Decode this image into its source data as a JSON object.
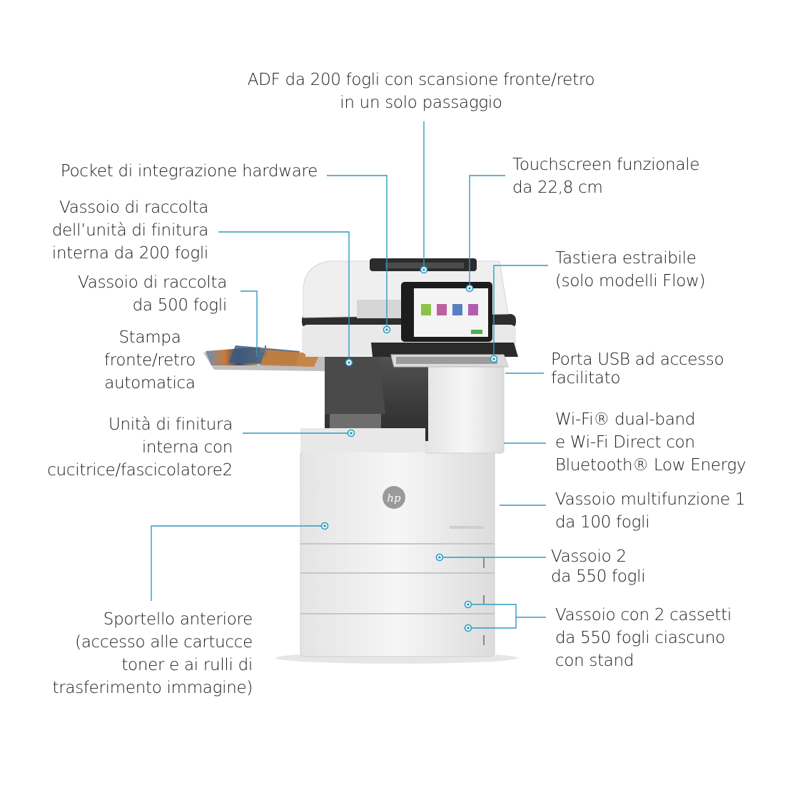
{
  "labels": {
    "adf": [
      "ADF da 200 fogli con scansione fronte/retro",
      "in un solo passaggio"
    ],
    "pocket": [
      "Pocket di integrazione hardware"
    ],
    "touchscreen": [
      "Touchscreen funzionale",
      "da 22,8 cm"
    ],
    "vassoio_raccolta_200": [
      "Vassoio di raccolta",
      "dell’unità di finitura",
      "interna da 200 fogli"
    ],
    "tastiera": [
      "Tastiera estraibile",
      "(solo modelli Flow)"
    ],
    "vassoio_raccolta_500": [
      "Vassoio di raccolta",
      "da 500 fogli"
    ],
    "stampa_fronte_retro": [
      "Stampa",
      "fronte/retro",
      "automatica"
    ],
    "porta_usb": [
      "Porta USB ad accesso",
      "facilitato"
    ],
    "unita_finitura": [
      "Unità di finitura",
      "interna con",
      "cucitrice/fascicolatore2"
    ],
    "wifi": [
      "Wi-Fi® dual-band",
      "e Wi-Fi Direct con",
      "Bluetooth® Low Energy"
    ],
    "vassoio_multifunzione": [
      "Vassoio multifunzione 1",
      "da 100 fogli"
    ],
    "vassoio_2": [
      "Vassoio 2",
      "da 550 fogli"
    ],
    "sportello_anteriore": [
      "Sportello anteriore",
      "(accesso alle cartucce",
      "toner e ai rulli di",
      "trasferimento immagine)"
    ],
    "vassoio_cassetti": [
      "Vassoio con 2 cassetti",
      "da 550 fogli ciascuno",
      "con stand"
    ]
  },
  "brand_logo": "hp",
  "colors": {
    "callout": "#2b9cc4",
    "text": "#1a1a1a",
    "printer_body": "#eeeeee",
    "printer_dark": "#3a3a3a"
  }
}
